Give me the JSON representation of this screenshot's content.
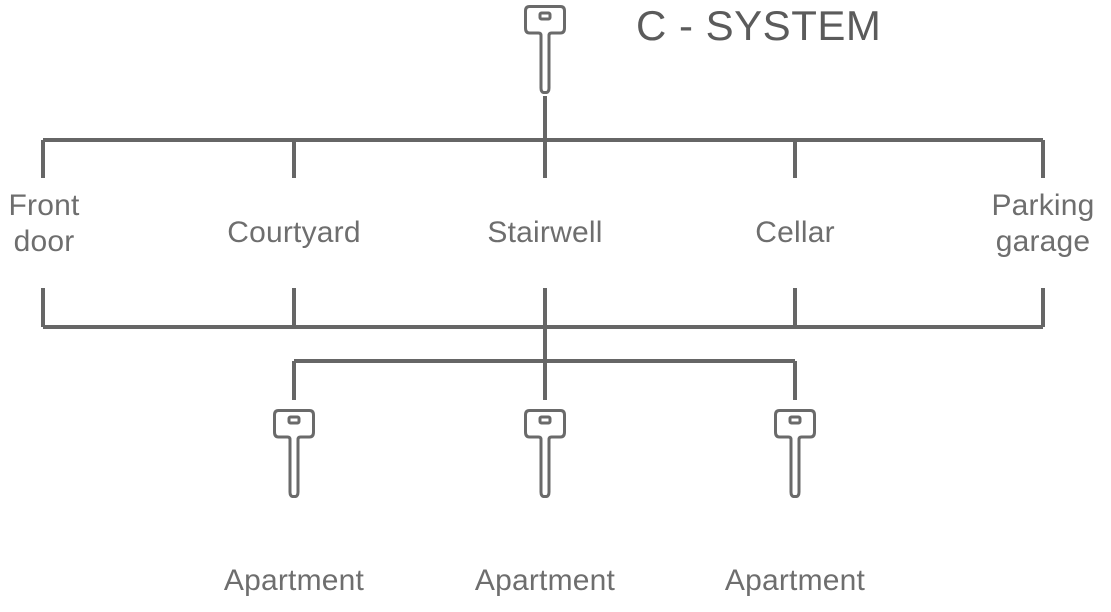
{
  "title": "C - SYSTEM",
  "icons": {
    "master_key": "key-icon",
    "apartment_key": "key-icon"
  },
  "level1": {
    "node_label": "C - SYSTEM",
    "children": [
      {
        "id": "front-door",
        "label": "Front\ndoor"
      },
      {
        "id": "courtyard",
        "label": "Courtyard"
      },
      {
        "id": "stairwell",
        "label": "Stairwell"
      },
      {
        "id": "cellar",
        "label": "Cellar"
      },
      {
        "id": "parking-garage",
        "label": "Parking\ngarage"
      }
    ]
  },
  "level2": {
    "children": [
      {
        "id": "apartment-1",
        "label": "Apartment"
      },
      {
        "id": "apartment-2",
        "label": "Apartment"
      },
      {
        "id": "apartment-3",
        "label": "Apartment"
      }
    ]
  },
  "colors": {
    "line": "#666666",
    "label_text": "#6e6e6e",
    "title_text": "#5b5b5b",
    "background": "#ffffff"
  }
}
